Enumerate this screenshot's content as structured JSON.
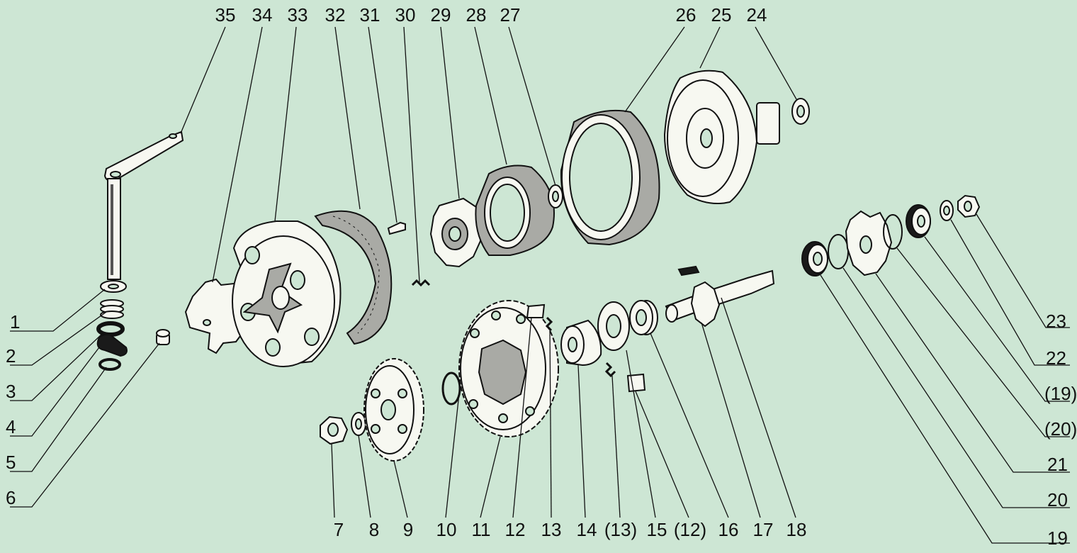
{
  "callouts": {
    "c1": "1",
    "c2": "2",
    "c3": "3",
    "c4": "4",
    "c5": "5",
    "c6": "6",
    "c7": "7",
    "c8": "8",
    "c9": "9",
    "c10": "10",
    "c11": "11",
    "c12": "12",
    "c13": "13",
    "c13b": "(13)",
    "c14": "14",
    "c15": "15",
    "c12b": "(12)",
    "c16": "16",
    "c17": "17",
    "c18": "18",
    "c19": "19",
    "c20": "20",
    "c21": "21",
    "c20b": "(20)",
    "c19b": "(19)",
    "c22": "22",
    "c23": "23",
    "c24": "24",
    "c25": "25",
    "c26": "26",
    "c27": "27",
    "c28": "28",
    "c29": "29",
    "c30": "30",
    "c31": "31",
    "c32": "32",
    "c33": "33",
    "c34": "34",
    "c35": "35"
  },
  "colors": {
    "background": "#cde6d4",
    "ink": "#111111",
    "part_light": "#f7f8f1",
    "part_grey": "#a9aaa5"
  }
}
